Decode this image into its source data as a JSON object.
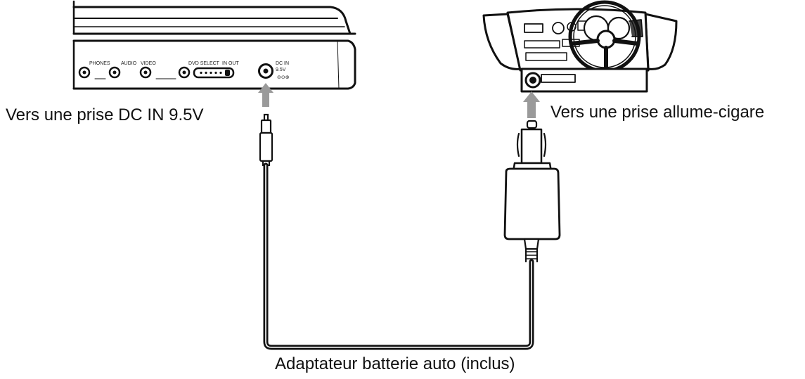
{
  "labels": {
    "dc_in": "Vers une prise DC IN 9.5V",
    "cigarette": "Vers une prise allume-cigare",
    "adapter": "Adaptateur batterie auto (inclus)"
  },
  "device_panel": {
    "phones": "PHONES",
    "audio": "AUDIO",
    "video": "VIDEO",
    "dvd_select": "DVD SELECT",
    "in_out": "IN OUT",
    "dc_in": "DC IN",
    "voltage": "9.5V"
  },
  "colors": {
    "ink": "#111111",
    "arrow": "#9a9a9a",
    "background": "#ffffff"
  }
}
